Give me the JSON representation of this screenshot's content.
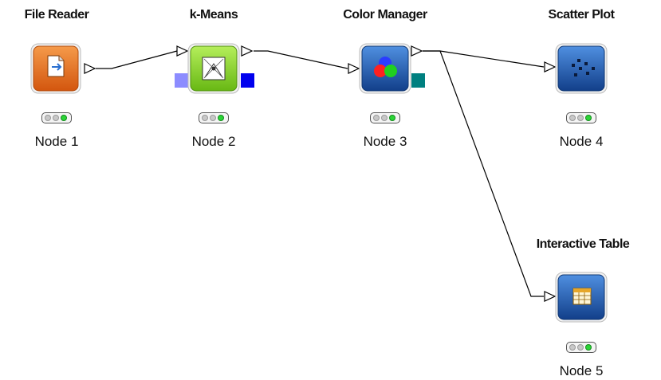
{
  "nodes": [
    {
      "id": "file-reader",
      "title": "File Reader",
      "label": "Node 1",
      "icon": "file-reader-icon",
      "color": "#e0621c"
    },
    {
      "id": "k-means",
      "title": "k-Means",
      "label": "Node 2",
      "icon": "k-means-icon",
      "color": "#7fcf21"
    },
    {
      "id": "color-manager",
      "title": "Color Manager",
      "label": "Node 3",
      "icon": "color-manager-icon",
      "color": "#1a5fb4"
    },
    {
      "id": "scatter-plot",
      "title": "Scatter Plot",
      "label": "Node 4",
      "icon": "scatter-plot-icon",
      "color": "#1a5fb4"
    },
    {
      "id": "interactive-table",
      "title": "Interactive Table",
      "label": "Node 5",
      "icon": "interactive-table-icon",
      "color": "#1a5fb4"
    }
  ],
  "connections": [
    {
      "from": "file-reader",
      "to": "k-means"
    },
    {
      "from": "k-means",
      "to": "color-manager"
    },
    {
      "from": "color-manager",
      "to": "scatter-plot"
    },
    {
      "from": "color-manager",
      "to": "interactive-table"
    }
  ],
  "status": {
    "state": "executed",
    "color": "#2bd436"
  }
}
